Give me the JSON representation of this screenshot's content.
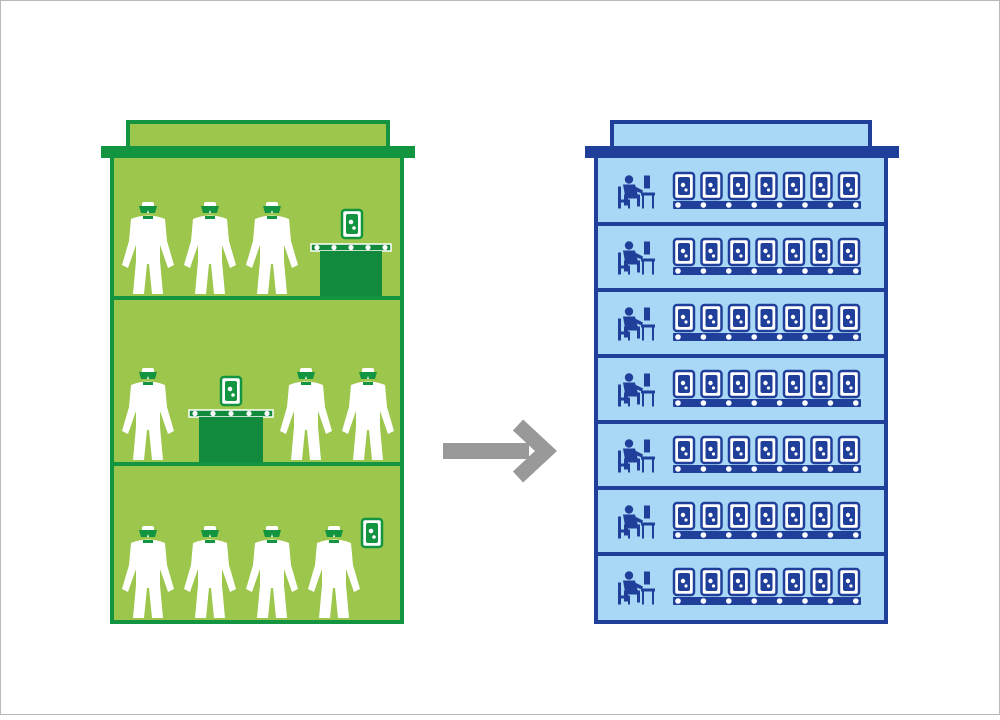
{
  "colors": {
    "background": "#ffffff",
    "frame_border": "#b9b9b9",
    "green_dark": "#129440",
    "green_fill": "#9cc64c",
    "green_equipment": "#128a3e",
    "worker_suit": "#ffffff",
    "blue_dark": "#1f3f9a",
    "blue_fill": "#a8d8f6",
    "arrow_gray": "#999999"
  },
  "left_building": {
    "theme": "green",
    "floors": [
      {
        "workers": 3,
        "equipment": "table-with-wafer-box"
      },
      {
        "workers": 3,
        "equipment": "table-with-wafer-box"
      },
      {
        "workers": 4,
        "equipment": "wafer-box"
      }
    ]
  },
  "transition_icon": "right-arrow-icon",
  "right_building": {
    "theme": "blue",
    "floors": 7,
    "per_floor": {
      "operators": 1,
      "wafer_pods": 7,
      "conveyor_rollers": 8
    }
  }
}
